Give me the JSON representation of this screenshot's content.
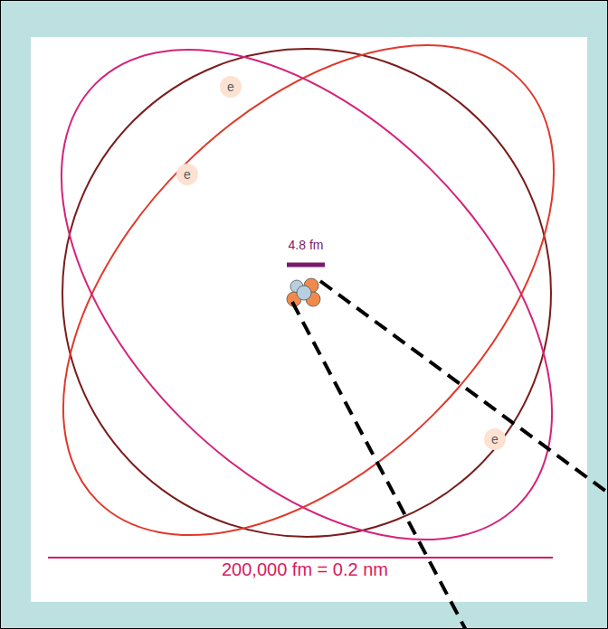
{
  "diagram": {
    "nodes": [
      {
        "text": [
          "e"
        ]
      },
      {
        "text": [
          "e"
        ]
      },
      {
        "text": [
          "e"
        ]
      }
    ],
    "labels": [
      "4.8 fm",
      "200,000 fm = 0.2 nm"
    ]
  }
}
